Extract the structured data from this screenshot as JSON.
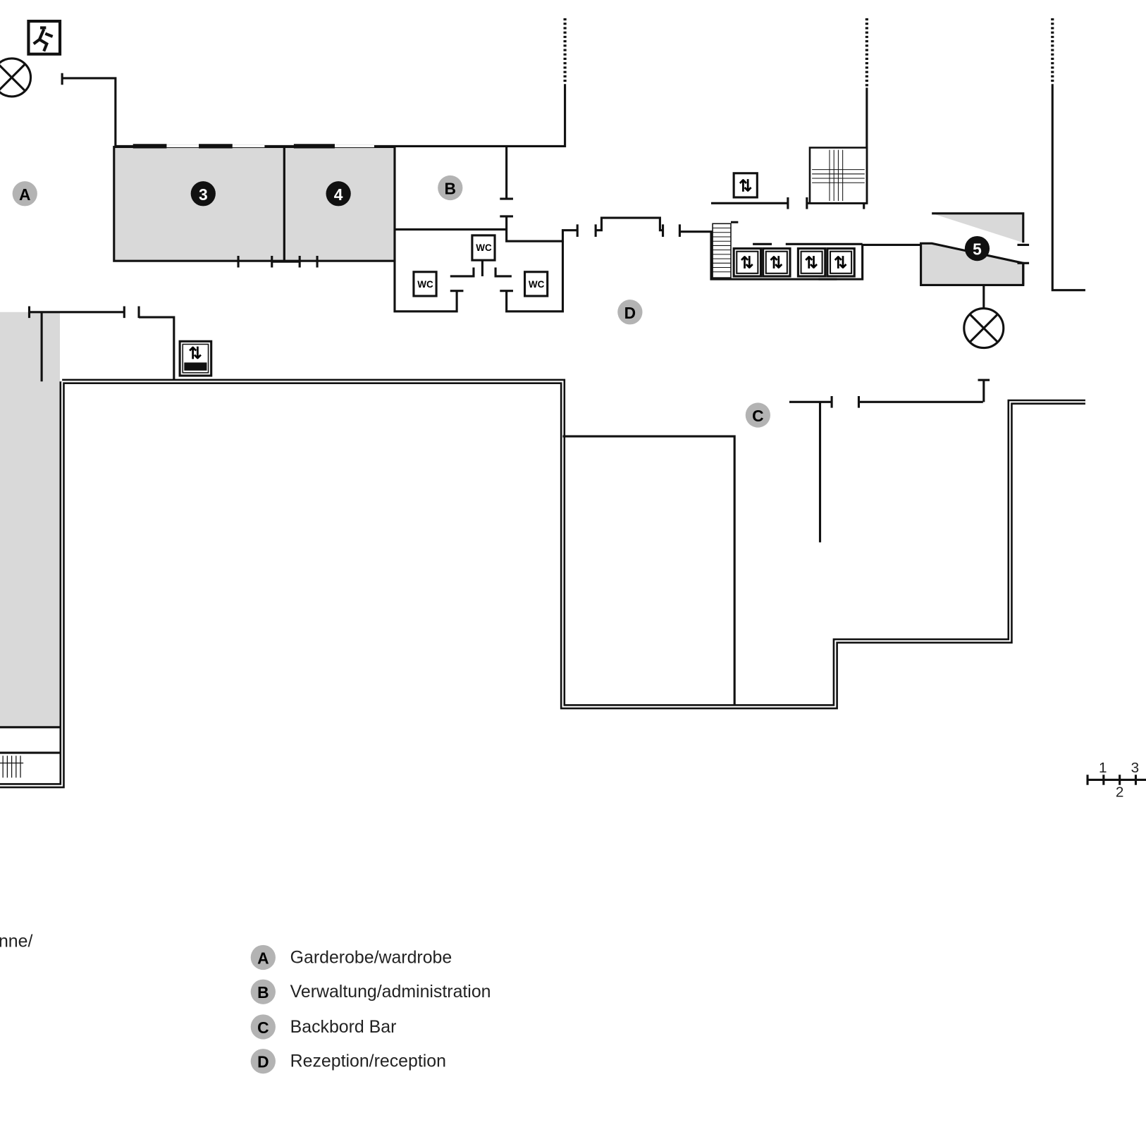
{
  "rooms": {
    "A": "A",
    "B": "B",
    "C": "C",
    "D": "D",
    "r3": "3",
    "r4": "4",
    "r5": "5",
    "wc": "WC"
  },
  "legend": {
    "partial_text": "nne/",
    "items": [
      {
        "key": "A",
        "label": "Garderobe/wardrobe"
      },
      {
        "key": "B",
        "label": "Verwaltung/administration"
      },
      {
        "key": "C",
        "label": "Backbord Bar"
      },
      {
        "key": "D",
        "label": "Rezeption/reception"
      }
    ]
  },
  "scale_bar": {
    "ticks": [
      "1",
      "2",
      "3"
    ]
  },
  "colors": {
    "room_fill": "#d9d9d9",
    "area_marker": "#b3b3b3",
    "room_marker": "#111111",
    "wall": "#111111"
  }
}
